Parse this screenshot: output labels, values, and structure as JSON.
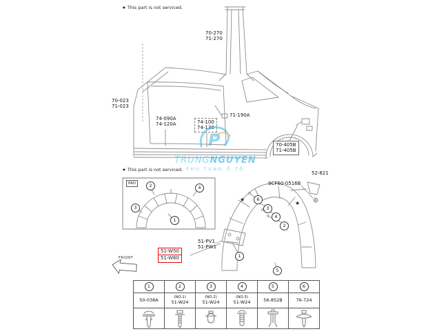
{
  "notices": {
    "top": "★ This part is not serviced.",
    "bottom": "★ This part is not serviced."
  },
  "star": "★",
  "watermark": {
    "brand_first": "TRUNG",
    "brand_second": "NGUYEN",
    "tagline": "PHU TUNG Ô TÔ",
    "color": "#3ab6e6"
  },
  "top_diagram": {
    "roof_panel": {
      "line1": "70-270",
      "line2": "71-270"
    },
    "front_pillar": {
      "line1": "70-023",
      "line2": "71-023"
    },
    "sill_outer": {
      "line1": "74-090A",
      "line2": "74-120A"
    },
    "sill_inner": {
      "line1": "74-100",
      "line2": "74-130"
    },
    "clip_part": "71-190A",
    "quarter_panel": {
      "line1": "70-405B",
      "line2": "71-405B"
    }
  },
  "bottom_diagram": {
    "pad": "PAD",
    "front": "FRONT",
    "bracket_part": "52-821",
    "screw_part": "9CF60-0516B",
    "liner": {
      "line1": "51-PV1",
      "line2": "51-PW1"
    },
    "mudguard": {
      "line1": "51-W50",
      "line2": "51-W60"
    }
  },
  "callouts": {
    "n1": "1",
    "n2": "2",
    "n3": "3",
    "n4": "4",
    "n5": "5",
    "n6": "6"
  },
  "parts_table": {
    "columns": [
      {
        "number": "1",
        "note": "",
        "part": "50-038A"
      },
      {
        "number": "2",
        "note": "(NO.1)",
        "part": "51-W24"
      },
      {
        "number": "3",
        "note": "(NO.2)",
        "part": "51-W24"
      },
      {
        "number": "4",
        "note": "(NO.3)",
        "part": "51-W24"
      },
      {
        "number": "5",
        "note": "",
        "part": "56-852B"
      },
      {
        "number": "6",
        "note": "",
        "part": "76-724"
      }
    ]
  }
}
